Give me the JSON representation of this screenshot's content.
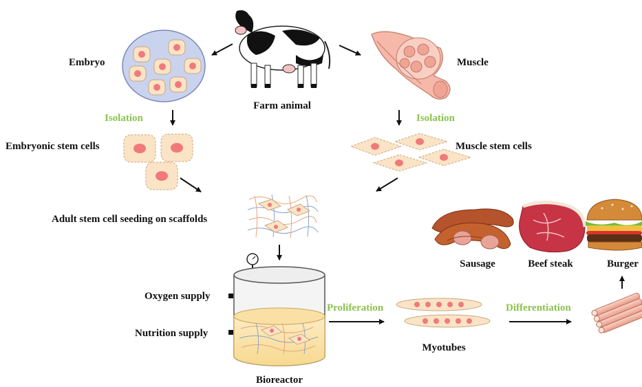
{
  "colors": {
    "accent_green": "#8bc34a",
    "cell_fill": "#fbe3c6",
    "cell_nucleus": "#f07a7a",
    "embryo_bg": "#c9d3ee",
    "muscle_pink": "#f6b8a8",
    "bioreactor_liquid": "#fde6b0"
  },
  "labels": {
    "farm_animal": "Farm animal",
    "embryo": "Embryo",
    "muscle": "Muscle",
    "isolation_left": "Isolation",
    "isolation_right": "Isolation",
    "embryonic_stem_cells": "Embryonic stem cells",
    "muscle_stem_cells": "Muscle stem cells",
    "adult_seeding": "Adult stem cell seeding on scaffolds",
    "oxygen_supply": "Oxygen supply",
    "nutrition_supply": "Nutrition supply",
    "bioreactor": "Bioreactor",
    "proliferation": "Proliferation",
    "myotubes": "Myotubes",
    "differentiation": "Differentiation",
    "sausage": "Sausage",
    "beef_steak": "Beef steak",
    "burger": "Burger"
  },
  "icons": [
    "cow-icon",
    "embryo-icon",
    "muscle-icon",
    "stem-cell-icon",
    "scaffold-icon",
    "bioreactor-icon",
    "gauge-icon",
    "myotube-icon",
    "muscle-fiber-bundle-icon",
    "sausage-icon",
    "steak-icon",
    "burger-icon"
  ]
}
